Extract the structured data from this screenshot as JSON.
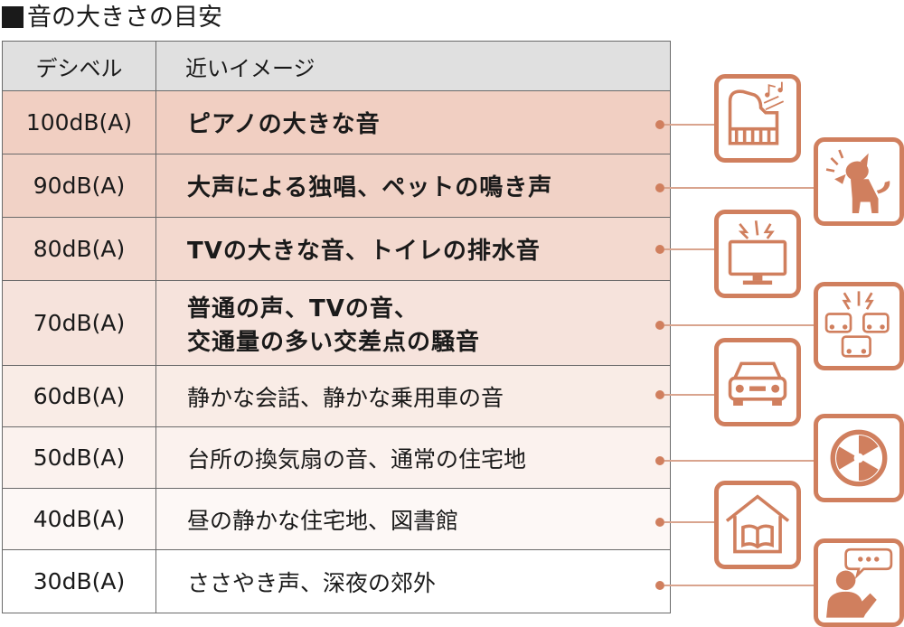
{
  "title": "音の大きさの目安",
  "table": {
    "headers": [
      "デシベル",
      "近いイメージ"
    ],
    "rows": [
      {
        "level": "100dB(A)",
        "desc_lines": [
          "ピアノの大きな音"
        ],
        "bold": true,
        "bg": "#f1cfc2"
      },
      {
        "level": "90dB(A)",
        "desc_lines": [
          "大声による独唱、ペットの鳴き声"
        ],
        "bold": true,
        "bg": "#f1d2c6"
      },
      {
        "level": "80dB(A)",
        "desc_lines": [
          "TVの大きな音、トイレの排水音"
        ],
        "bold": true,
        "bg": "#f3d9cf"
      },
      {
        "level": "70dB(A)",
        "desc_lines": [
          "普通の声、TVの音、",
          "交通量の多い交差点の騒音"
        ],
        "bold": true,
        "bg": "#f6e3dc"
      },
      {
        "level": "60dB(A)",
        "desc_lines": [
          "静かな会話、静かな乗用車の音"
        ],
        "bold": false,
        "bg": "#f9ece6"
      },
      {
        "level": "50dB(A)",
        "desc_lines": [
          "台所の換気扇の音、通常の住宅地"
        ],
        "bold": false,
        "bg": "#fbf2ee"
      },
      {
        "level": "40dB(A)",
        "desc_lines": [
          "昼の静かな住宅地、図書館"
        ],
        "bold": false,
        "bg": "#fdf8f6"
      },
      {
        "level": "30dB(A)",
        "desc_lines": [
          "ささやき声、深夜の郊外"
        ],
        "bold": false,
        "bg": "#ffffff"
      }
    ]
  },
  "icons": [
    "piano-icon",
    "barking-dog-icon",
    "tv-icon",
    "traffic-cars-icon",
    "car-icon",
    "ventilation-fan-icon",
    "library-house-icon",
    "whisper-person-icon"
  ],
  "colors": {
    "accent": "#d07f5e",
    "header_bg": "#e0e0e0",
    "border": "#6a6a6a"
  }
}
